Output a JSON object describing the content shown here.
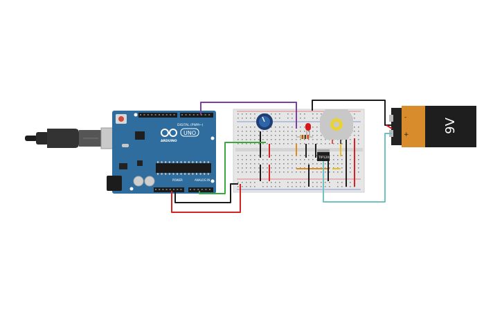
{
  "arduino": {
    "brand": "ARDUINO",
    "model": "UNO",
    "header_digital": "DIGITAL (PWM~)",
    "header_power": "POWER",
    "header_analog": "ANALOG IN"
  },
  "battery": {
    "label": "9V",
    "minus": "-",
    "plus": "+"
  },
  "transistor": {
    "label": "TIP120"
  },
  "colors": {
    "board_blue": "#2e6d9e",
    "breadboard": "#e6e6e6",
    "battery_orange": "#d98c2b",
    "battery_black": "#1e1e1e",
    "wire_red": "#d82020",
    "wire_black": "#1a1a1a",
    "wire_purple": "#7a3fa0",
    "wire_green": "#3aa83a",
    "wire_teal": "#6fc2c2",
    "motor_yellow": "#e8d23a",
    "led_red": "#d81818"
  }
}
